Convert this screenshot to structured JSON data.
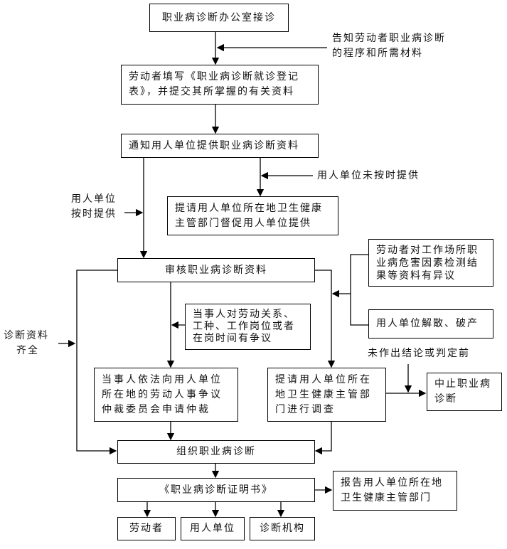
{
  "nodes": {
    "reception": "职业病诊断办公室接诊",
    "fill_form": [
      "劳动者填写《职业病诊断就诊登记",
      "表》，并提交其所掌握的有关资料"
    ],
    "notify_employer": "通知用人单位提供职业病诊断资料",
    "request_supervision": [
      "提请用人单位所在地卫生健康",
      "主管部门督促用人单位提供"
    ],
    "review": "审核职业病诊断资料",
    "dispute_workplace": [
      "劳动者对工作场所职",
      "业病危害因素检测结",
      "果等资料有异议"
    ],
    "employer_dissolved": "用人单位解散、破产",
    "labor_dispute": [
      "当事人对劳动关系、",
      "工种、工作岗位或者",
      "在岗时间有争议"
    ],
    "arbitration": [
      "当事人依法向用人单位",
      "所在地的劳动人事争议",
      "仲裁委员会申请仲裁"
    ],
    "investigation": [
      "提请用人单位所在",
      "地卫生健康主管部",
      "门进行调查"
    ],
    "suspend": [
      "中止职业病",
      "诊断"
    ],
    "organize": "组织职业病诊断",
    "certificate": "《职业病诊断证明书》",
    "report": [
      "报告用人单位所在地",
      "卫生健康主管部门"
    ],
    "recipients": [
      "劳动者",
      "用人单位",
      "诊断机构"
    ]
  },
  "labels": {
    "inform_worker": [
      "告知劳动者职业病诊断",
      "的程序和所需材料"
    ],
    "not_on_time": "用人单位未按时提供",
    "on_time": [
      "用人单位",
      "按时提供"
    ],
    "complete": [
      "诊断资料",
      "齐全"
    ],
    "before_conclusion": "未作出结论或判定前"
  }
}
